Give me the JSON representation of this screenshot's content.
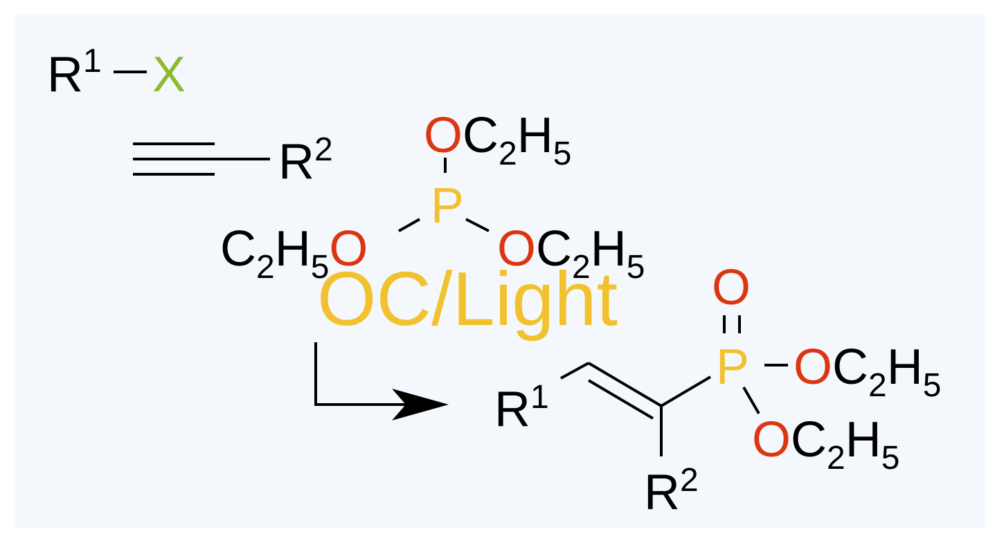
{
  "colors": {
    "panel": "#f4f8fd",
    "bond": "#000000",
    "halogen": "#8cba2f",
    "oxygen": "#dd3412",
    "phosphorus": "#f2c12e",
    "carbon": "#000000"
  },
  "labels": {
    "R": "R",
    "sup1": "1",
    "sup2": "2",
    "X": "X",
    "O": "O",
    "P": "P",
    "C": "C",
    "H": "H",
    "n2": "2",
    "n5": "5",
    "conditions": "OC/Light"
  }
}
